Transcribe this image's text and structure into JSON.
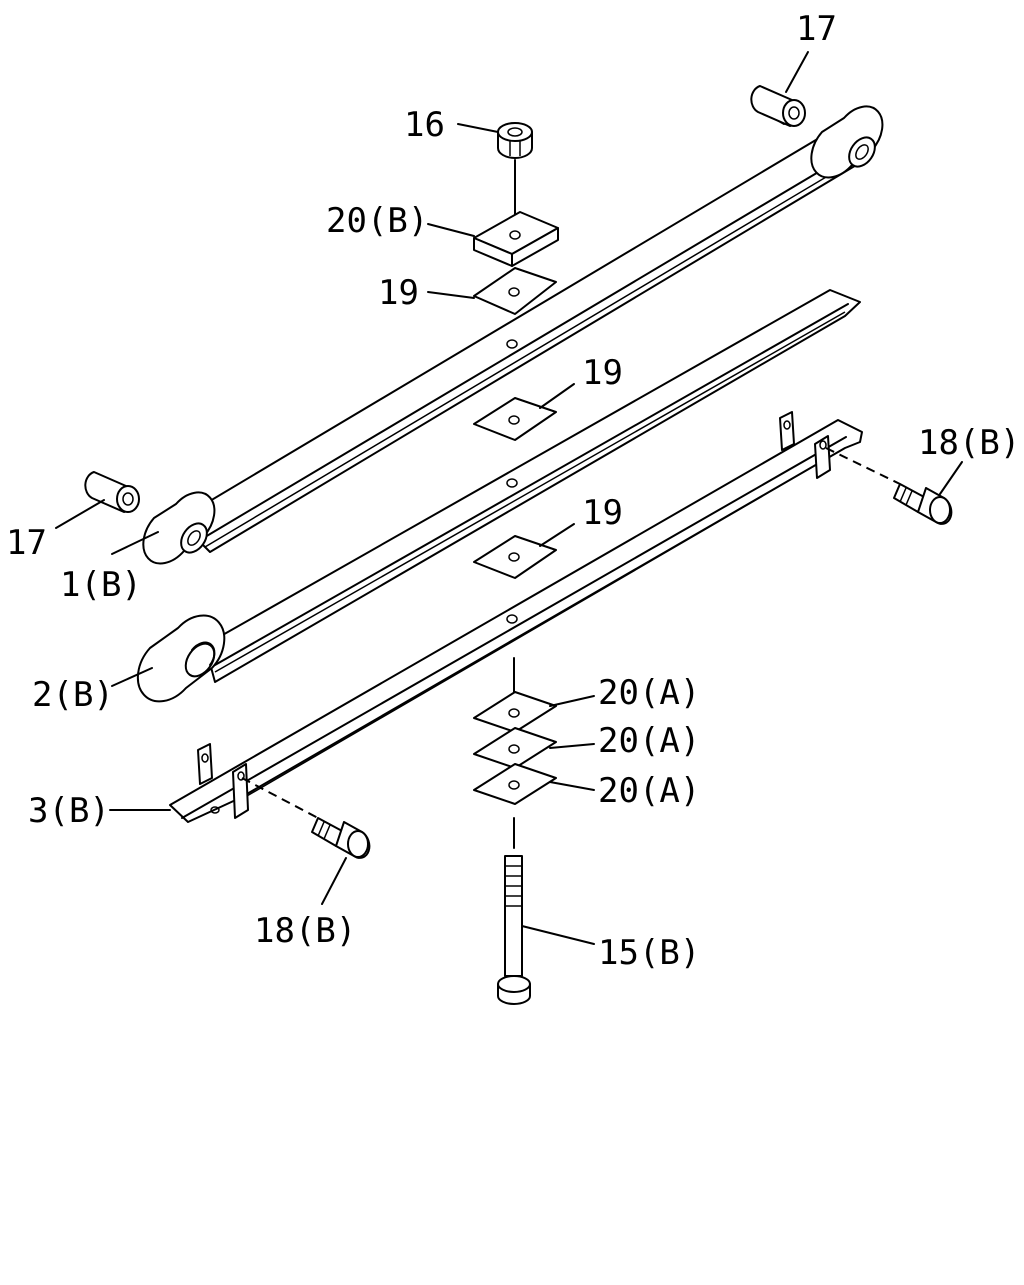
{
  "callouts": {
    "bushing_top": "17",
    "bushing_left": "17",
    "nut": "16",
    "plate_top": "20(B)",
    "pad_top": "19",
    "pad_middle": "19",
    "pad_lower": "19",
    "leaf_1": "1(B)",
    "leaf_2": "2(B)",
    "leaf_3": "3(B)",
    "bolt_right": "18(B)",
    "bolt_left": "18(B)",
    "plate_a1": "20(A)",
    "plate_a2": "20(A)",
    "plate_a3": "20(A)",
    "center_bolt": "15(B)"
  }
}
